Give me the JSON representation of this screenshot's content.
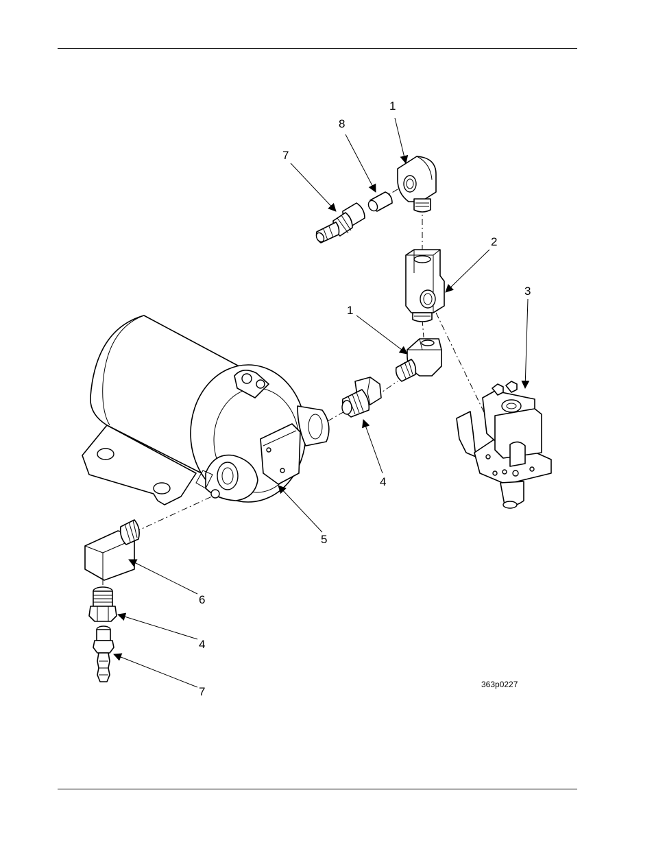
{
  "callouts": [
    {
      "id": "c1a",
      "text": "1"
    },
    {
      "id": "c8",
      "text": "8"
    },
    {
      "id": "c7a",
      "text": "7"
    },
    {
      "id": "c2",
      "text": "2"
    },
    {
      "id": "c3",
      "text": "3"
    },
    {
      "id": "c1b",
      "text": "1"
    },
    {
      "id": "c4a",
      "text": "4"
    },
    {
      "id": "c5",
      "text": "5"
    },
    {
      "id": "c6",
      "text": "6"
    },
    {
      "id": "c4b",
      "text": "4"
    },
    {
      "id": "c7b",
      "text": "7"
    }
  ],
  "figure_ref": "363p0227"
}
